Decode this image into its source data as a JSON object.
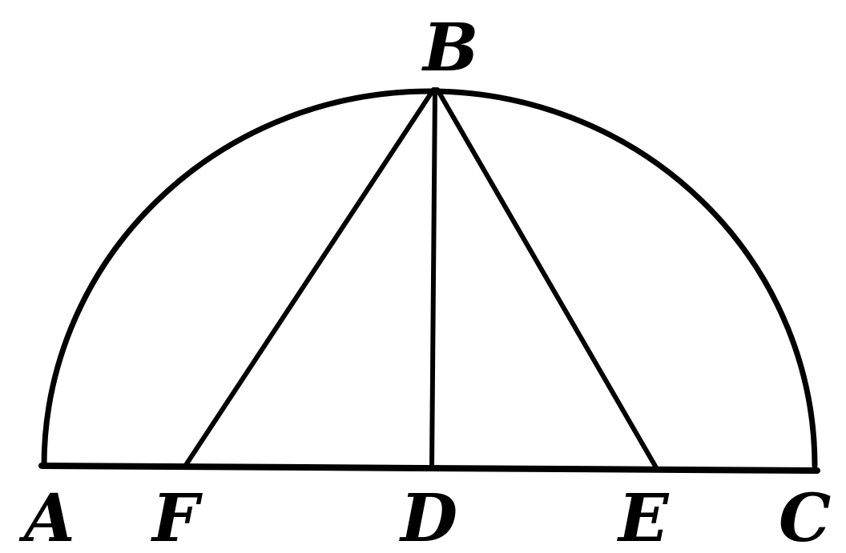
{
  "labels": {
    "A": "A",
    "B": "B",
    "C": "C",
    "D": "D",
    "E": "E",
    "F": "F"
  },
  "colors": {
    "ink": "#000000",
    "background": "#ffffff"
  }
}
